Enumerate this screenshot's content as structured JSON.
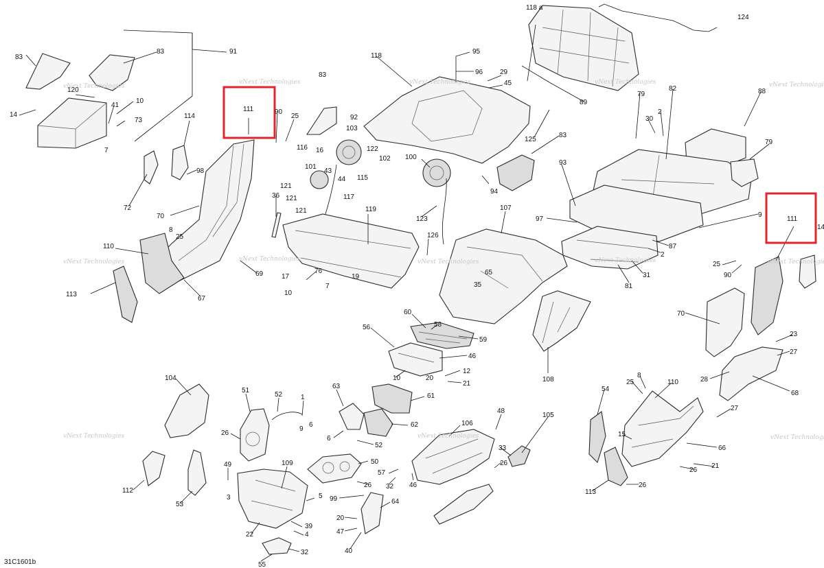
{
  "diagram": {
    "drawing_code": "31C1601b",
    "watermark_lines": [
      "vNext Technologies",
      "vNext Technologies"
    ],
    "highlight_color": "#e0252d",
    "callouts": [
      {
        "id": "c118a",
        "label": "118 a"
      },
      {
        "id": "c124",
        "label": "124"
      },
      {
        "id": "c91",
        "label": "91"
      },
      {
        "id": "c83a",
        "label": "83"
      },
      {
        "id": "c83b",
        "label": "83"
      },
      {
        "id": "c120",
        "label": "120"
      },
      {
        "id": "c10a",
        "label": "10"
      },
      {
        "id": "c41",
        "label": "41"
      },
      {
        "id": "c73",
        "label": "73"
      },
      {
        "id": "c14a",
        "label": "14"
      },
      {
        "id": "c7a",
        "label": "7"
      },
      {
        "id": "c111a",
        "label": "111"
      },
      {
        "id": "c90a",
        "label": "90"
      },
      {
        "id": "c25a",
        "label": "25"
      },
      {
        "id": "c114",
        "label": "114"
      },
      {
        "id": "c98",
        "label": "98"
      },
      {
        "id": "c72",
        "label": "72"
      },
      {
        "id": "c70a",
        "label": "70"
      },
      {
        "id": "c8a",
        "label": "8"
      },
      {
        "id": "c25b",
        "label": "25"
      },
      {
        "id": "c110a",
        "label": "110"
      },
      {
        "id": "c113a",
        "label": "113"
      },
      {
        "id": "c67",
        "label": "67"
      },
      {
        "id": "c69",
        "label": "69"
      },
      {
        "id": "c36",
        "label": "36"
      },
      {
        "id": "c83c",
        "label": "83"
      },
      {
        "id": "c92",
        "label": "92"
      },
      {
        "id": "c103",
        "label": "103"
      },
      {
        "id": "c116",
        "label": "116"
      },
      {
        "id": "c16",
        "label": "16"
      },
      {
        "id": "c122",
        "label": "122"
      },
      {
        "id": "c102",
        "label": "102"
      },
      {
        "id": "c101",
        "label": "101"
      },
      {
        "id": "c43",
        "label": "43"
      },
      {
        "id": "c44",
        "label": "44"
      },
      {
        "id": "c115",
        "label": "115"
      },
      {
        "id": "c121a",
        "label": "121"
      },
      {
        "id": "c121b",
        "label": "121"
      },
      {
        "id": "c121c",
        "label": "121"
      },
      {
        "id": "c117",
        "label": "117"
      },
      {
        "id": "c118",
        "label": "118"
      },
      {
        "id": "c95",
        "label": "95"
      },
      {
        "id": "c96",
        "label": "96"
      },
      {
        "id": "c29",
        "label": "29"
      },
      {
        "id": "c45",
        "label": "45"
      },
      {
        "id": "c89",
        "label": "89"
      },
      {
        "id": "c125",
        "label": "125"
      },
      {
        "id": "c83d",
        "label": "83"
      },
      {
        "id": "c100",
        "label": "100"
      },
      {
        "id": "c94",
        "label": "94"
      },
      {
        "id": "c119",
        "label": "119"
      },
      {
        "id": "c123",
        "label": "123"
      },
      {
        "id": "c126",
        "label": "126"
      },
      {
        "id": "c76",
        "label": "76"
      },
      {
        "id": "c17",
        "label": "17"
      },
      {
        "id": "c10b",
        "label": "10"
      },
      {
        "id": "c7b",
        "label": "7"
      },
      {
        "id": "c19",
        "label": "19"
      },
      {
        "id": "c107",
        "label": "107"
      },
      {
        "id": "c65",
        "label": "65"
      },
      {
        "id": "c35",
        "label": "35"
      },
      {
        "id": "c88",
        "label": "88"
      },
      {
        "id": "c82",
        "label": "82"
      },
      {
        "id": "c79a",
        "label": "79"
      },
      {
        "id": "c2a",
        "label": "2"
      },
      {
        "id": "c30",
        "label": "30"
      },
      {
        "id": "c79b",
        "label": "79"
      },
      {
        "id": "c93",
        "label": "93"
      },
      {
        "id": "c97",
        "label": "97"
      },
      {
        "id": "c9a",
        "label": "9"
      },
      {
        "id": "c87",
        "label": "87"
      },
      {
        "id": "c2b",
        "label": "2"
      },
      {
        "id": "c81",
        "label": "81"
      },
      {
        "id": "c31",
        "label": "31"
      },
      {
        "id": "c111b",
        "label": "111"
      },
      {
        "id": "c14b",
        "label": "14"
      },
      {
        "id": "c25c",
        "label": "25"
      },
      {
        "id": "c90b",
        "label": "90"
      },
      {
        "id": "c70b",
        "label": "70"
      },
      {
        "id": "c23",
        "label": "23"
      },
      {
        "id": "c27a",
        "label": "27"
      },
      {
        "id": "c28",
        "label": "28"
      },
      {
        "id": "c68",
        "label": "68"
      },
      {
        "id": "c27b",
        "label": "27"
      },
      {
        "id": "c108",
        "label": "108"
      },
      {
        "id": "c60",
        "label": "60"
      },
      {
        "id": "c58",
        "label": "58"
      },
      {
        "id": "c59",
        "label": "59"
      },
      {
        "id": "c56",
        "label": "56"
      },
      {
        "id": "c46a",
        "label": "46"
      },
      {
        "id": "c10c",
        "label": "10"
      },
      {
        "id": "c20a",
        "label": "20"
      },
      {
        "id": "c12",
        "label": "12"
      },
      {
        "id": "c21a",
        "label": "21"
      },
      {
        "id": "c104",
        "label": "104"
      },
      {
        "id": "c51",
        "label": "51"
      },
      {
        "id": "c52a",
        "label": "52"
      },
      {
        "id": "c1",
        "label": "1"
      },
      {
        "id": "c9b",
        "label": "9"
      },
      {
        "id": "c6a",
        "label": "6"
      },
      {
        "id": "c26a",
        "label": "26"
      },
      {
        "id": "c63",
        "label": "63"
      },
      {
        "id": "c61",
        "label": "61"
      },
      {
        "id": "c62",
        "label": "62"
      },
      {
        "id": "c6b",
        "label": "6"
      },
      {
        "id": "c52b",
        "label": "52"
      },
      {
        "id": "c50",
        "label": "50"
      },
      {
        "id": "c48",
        "label": "48"
      },
      {
        "id": "c106",
        "label": "106"
      },
      {
        "id": "c105",
        "label": "105"
      },
      {
        "id": "c33",
        "label": "33"
      },
      {
        "id": "c26b",
        "label": "26"
      },
      {
        "id": "c57",
        "label": "57"
      },
      {
        "id": "c46b",
        "label": "46"
      },
      {
        "id": "c32a",
        "label": "32"
      },
      {
        "id": "c26c",
        "label": "26"
      },
      {
        "id": "c112",
        "label": "112"
      },
      {
        "id": "c53",
        "label": "53"
      },
      {
        "id": "c49",
        "label": "49"
      },
      {
        "id": "c3",
        "label": "3"
      },
      {
        "id": "c109",
        "label": "109"
      },
      {
        "id": "c5",
        "label": "5"
      },
      {
        "id": "c99",
        "label": "99"
      },
      {
        "id": "c64",
        "label": "64"
      },
      {
        "id": "c22",
        "label": "22"
      },
      {
        "id": "c39",
        "label": "39"
      },
      {
        "id": "c4",
        "label": "4"
      },
      {
        "id": "c20b",
        "label": "20"
      },
      {
        "id": "c47",
        "label": "47"
      },
      {
        "id": "c40",
        "label": "40"
      },
      {
        "id": "c32b",
        "label": "32"
      },
      {
        "id": "c55",
        "label": "55"
      },
      {
        "id": "c54",
        "label": "54"
      },
      {
        "id": "c25d",
        "label": "25"
      },
      {
        "id": "c8b",
        "label": "8"
      },
      {
        "id": "c110b",
        "label": "110"
      },
      {
        "id": "c15",
        "label": "15"
      },
      {
        "id": "c66",
        "label": "66"
      },
      {
        "id": "c21b",
        "label": "21"
      },
      {
        "id": "c113b",
        "label": "113"
      },
      {
        "id": "c26d",
        "label": "26"
      },
      {
        "id": "c26e",
        "label": "26"
      }
    ]
  }
}
